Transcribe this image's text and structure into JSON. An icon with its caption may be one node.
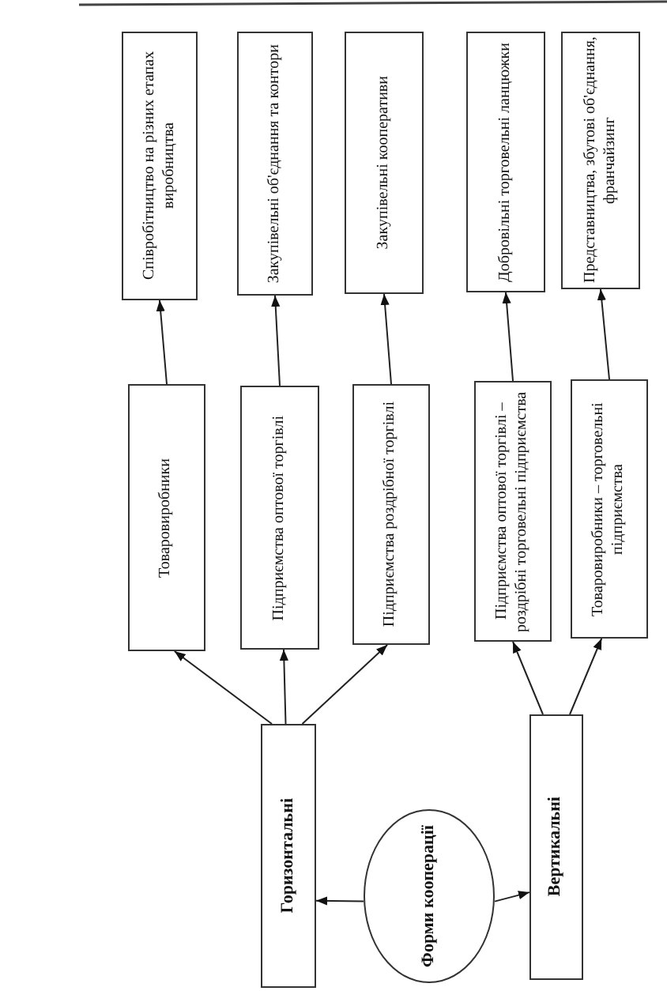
{
  "diagram": {
    "nodes": [
      {
        "text": [
          "Форми кооперації"
        ]
      },
      {
        "text": [
          "Горизонтальні"
        ]
      },
      {
        "text": [
          "Вертикальні"
        ]
      },
      {
        "text": [
          "Товаровиробники"
        ]
      },
      {
        "text": [
          "Підприємства оптової торгівлі"
        ]
      },
      {
        "text": [
          "Підприємства роздрібної торгівлі"
        ]
      },
      {
        "text": [
          "Підприємства оптової торгівлі – роздрібні торговельні підприємства"
        ]
      },
      {
        "text": [
          "Товаровиробники – торговельні підприємства"
        ]
      },
      {
        "text": [
          "Співробітництво на різних етапах виробництва"
        ]
      },
      {
        "text": [
          "Закупівельні об'єднання та контори"
        ]
      },
      {
        "text": [
          "Закупівельні кооперативи"
        ]
      },
      {
        "text": [
          "Добровільні торговельні ланцюжки"
        ]
      },
      {
        "text": [
          "Представництва, збутові об'єднання, франчайзинг"
        ]
      }
    ],
    "edges": [
      {
        "from": 0,
        "to": 1,
        "arrow": "to"
      },
      {
        "from": 0,
        "to": 2,
        "arrow": "to"
      },
      {
        "from": 1,
        "to": 3,
        "arrow": "to"
      },
      {
        "from": 1,
        "to": 4,
        "arrow": "to"
      },
      {
        "from": 1,
        "to": 5,
        "arrow": "to"
      },
      {
        "from": 2,
        "to": 6,
        "arrow": "to"
      },
      {
        "from": 2,
        "to": 7,
        "arrow": "to"
      },
      {
        "from": 3,
        "to": 8,
        "arrow": "to"
      },
      {
        "from": 4,
        "to": 9,
        "arrow": "to"
      },
      {
        "from": 5,
        "to": 10,
        "arrow": "to"
      },
      {
        "from": 6,
        "to": 11,
        "arrow": "to"
      },
      {
        "from": 7,
        "to": 12,
        "arrow": "to"
      }
    ]
  }
}
